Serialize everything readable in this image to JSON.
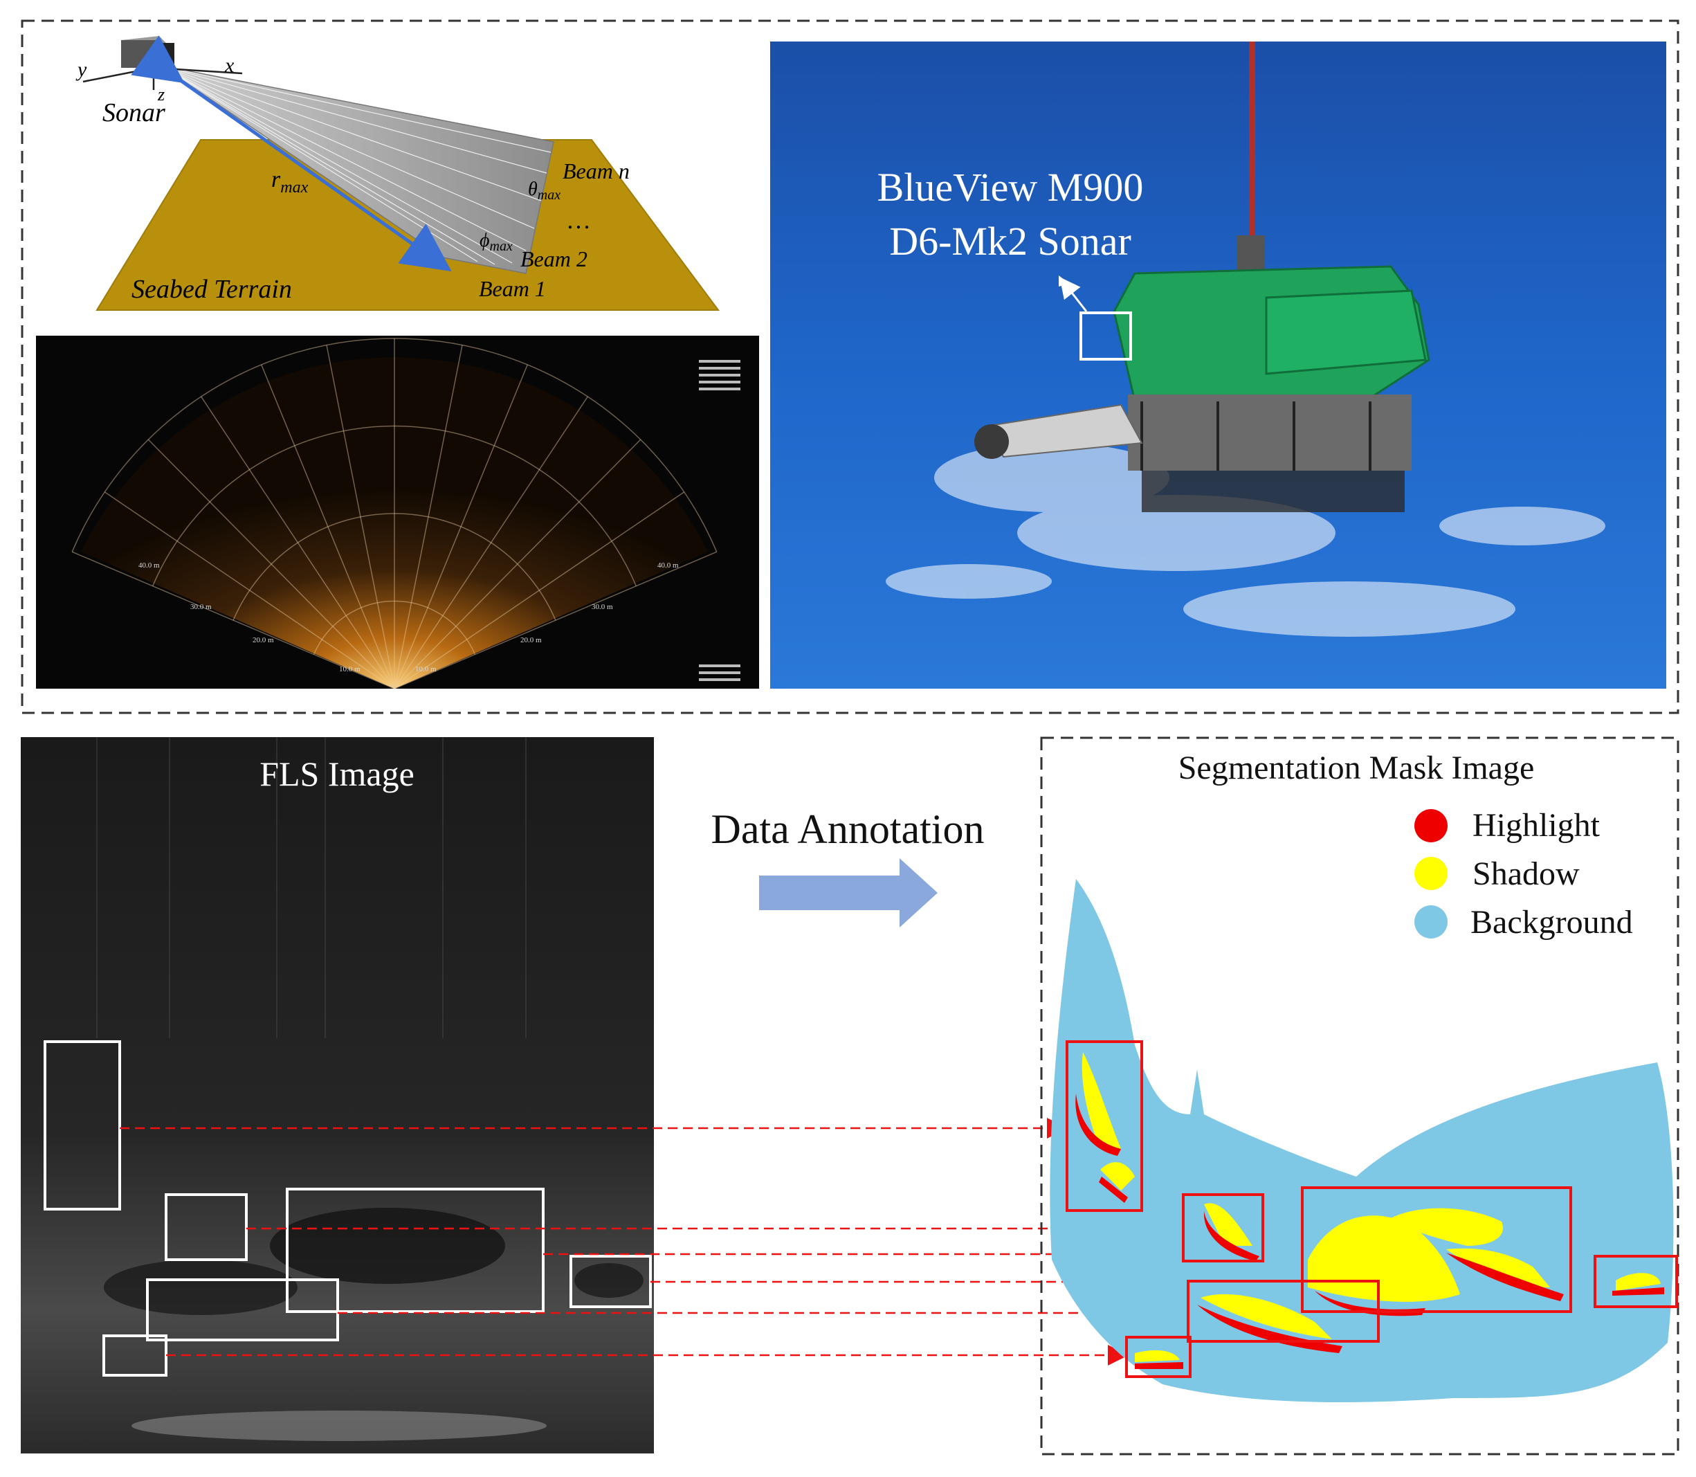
{
  "sonar_geometry": {
    "axis_x": "x",
    "axis_y": "y",
    "axis_z": "z",
    "sonar_label": "Sonar",
    "range_label": "r",
    "range_sub": "max",
    "theta_label": "θ",
    "theta_sub": "max",
    "phi_label": "ϕ",
    "phi_sub": "max",
    "beam_n": "Beam n",
    "beam_2": "Beam 2",
    "beam_1": "Beam 1",
    "ellipsis": "…",
    "terrain_label": "Seabed Terrain",
    "colors": {
      "terrain": "#b8900c",
      "range_arrow": "#3a6fd6"
    }
  },
  "sonar_screen": {
    "range_labels": [
      "10.0 m",
      "20.0 m",
      "30.0 m",
      "40.0 m"
    ]
  },
  "rov_photo": {
    "label_line1": "BlueView M900",
    "label_line2": "D6-Mk2 Sonar",
    "colors": {
      "sea": "#1a5fc4",
      "rov_body": "#1fa35a"
    }
  },
  "fls_image": {
    "title": "FLS Image"
  },
  "annotation": {
    "label": "Data Annotation",
    "arrow_color": "#8aa8dc"
  },
  "mask_image": {
    "title": "Segmentation Mask Image",
    "legend": [
      {
        "label": "Highlight",
        "color": "#ee0000"
      },
      {
        "label": "Shadow",
        "color": "#ffff00"
      },
      {
        "label": "Background",
        "color": "#7ec8e6"
      }
    ]
  }
}
